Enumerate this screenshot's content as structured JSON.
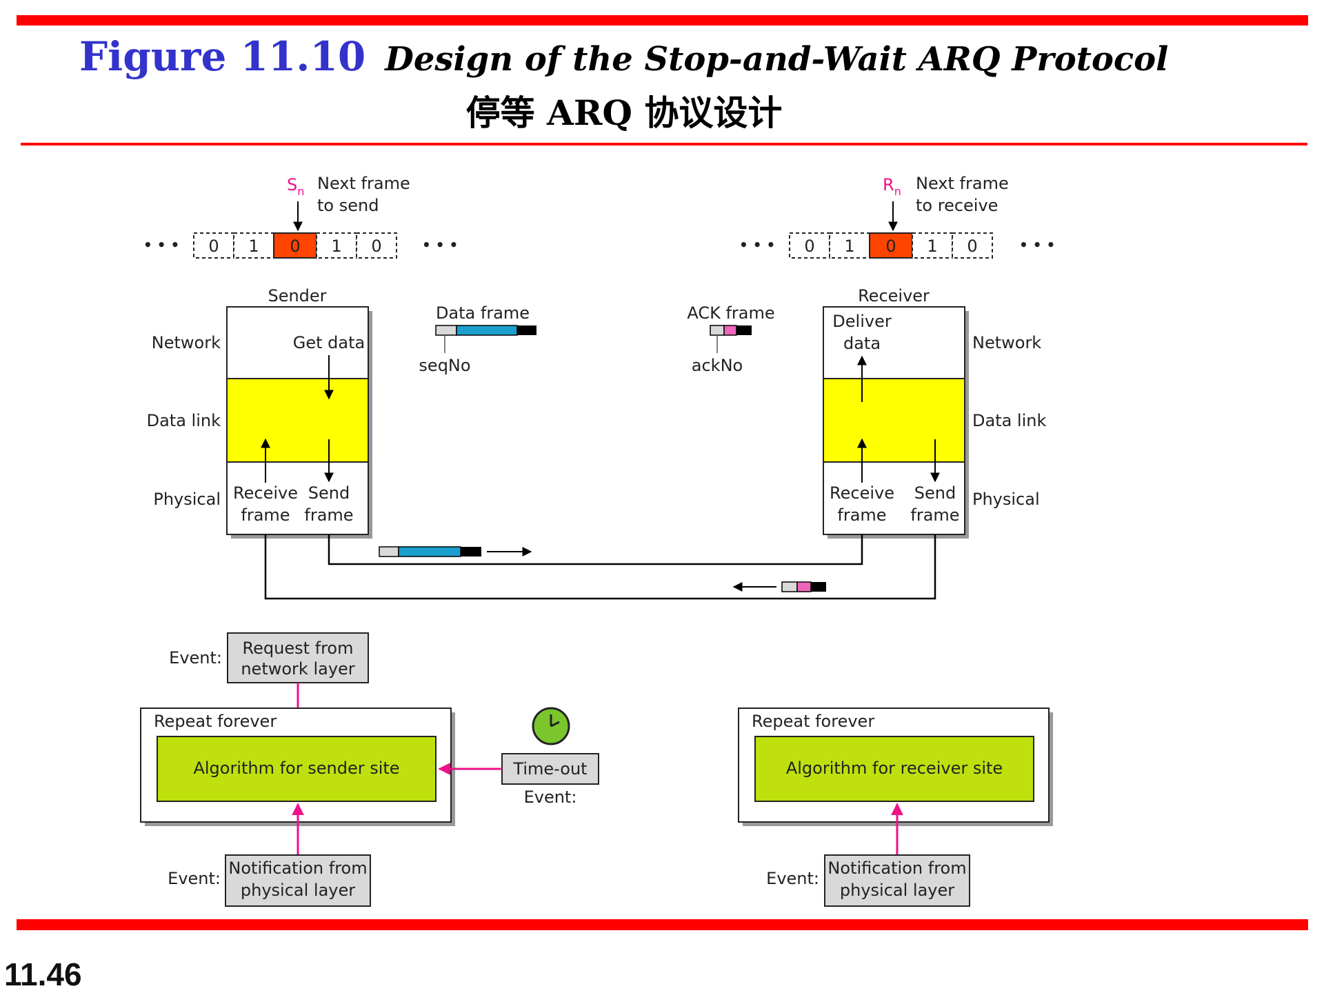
{
  "header": {
    "figure_number": "Figure 11.10",
    "title": "Design of the Stop-and-Wait ARQ Protocol",
    "subtitle": "停等 ARQ 协议设计"
  },
  "sender_window": {
    "pointer_letter": "S",
    "pointer_subscript": "n",
    "pointer_line1": "Next frame",
    "pointer_line2": "to send",
    "cells": [
      "0",
      "1",
      "0",
      "1",
      "0"
    ],
    "highlighted_index": 2,
    "ellipsis": "• • •"
  },
  "receiver_window": {
    "pointer_letter": "R",
    "pointer_subscript": "n",
    "pointer_line1": "Next frame",
    "pointer_line2": "to receive",
    "cells": [
      "0",
      "1",
      "0",
      "1",
      "0"
    ],
    "highlighted_index": 2,
    "ellipsis": "• • •"
  },
  "sender": {
    "title": "Sender",
    "layer_network": "Network",
    "layer_datalink": "Data link",
    "layer_physical": "Physical",
    "get_data": "Get data",
    "receive_frame_1": "Receive",
    "receive_frame_2": "frame",
    "send_frame_1": "Send",
    "send_frame_2": "frame"
  },
  "receiver": {
    "title": "Receiver",
    "layer_network": "Network",
    "layer_datalink": "Data link",
    "layer_physical": "Physical",
    "deliver_data_1": "Deliver",
    "deliver_data_2": "data",
    "receive_frame_1": "Receive",
    "receive_frame_2": "frame",
    "send_frame_1": "Send",
    "send_frame_2": "frame"
  },
  "data_frame": {
    "label": "Data frame",
    "field_label": "seqNo"
  },
  "ack_frame": {
    "label": "ACK frame",
    "field_label": "ackNo"
  },
  "sender_algorithm": {
    "loop_label": "Repeat forever",
    "algorithm": "Algorithm for sender site",
    "event_label": "Event:",
    "event_top_1": "Request from",
    "event_top_2": "network layer",
    "event_bottom_1": "Notification from",
    "event_bottom_2": "physical layer",
    "timeout": "Time-out",
    "timeout_event": "Event:"
  },
  "receiver_algorithm": {
    "loop_label": "Repeat forever",
    "algorithm": "Algorithm for receiver site",
    "event_label": "Event:",
    "event_bottom_1": "Notification from",
    "event_bottom_2": "physical layer"
  },
  "footer": {
    "page_number": "11.46"
  },
  "colors": {
    "rule": "#ff0000",
    "figure_number": "#3333cc",
    "highlight_cell": "#ff4400",
    "data_link": "#ffff00",
    "algorithm_box": "#bfe00d",
    "event_box": "#d9d9d9",
    "event_arrow": "#ee1188",
    "seq_field": "#1a9fcf",
    "ack_field": "#ee66bb",
    "pointer_letter": "#ee1188",
    "clock": "#7bc62d"
  },
  "icons": [
    "clock-icon",
    "arrow-right-icon",
    "arrow-left-icon"
  ]
}
